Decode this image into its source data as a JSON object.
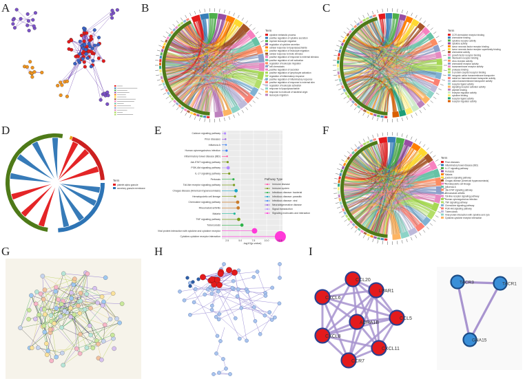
{
  "panel_labels": [
    "A",
    "B",
    "C",
    "D",
    "E",
    "F",
    "G",
    "H",
    "I"
  ],
  "colors": {
    "network_purple": "#5b2aa6",
    "red_node": "#e31a1c",
    "blue_node": "#2d74b5",
    "string_bg": "#f6f3ea",
    "ring_green": "#4e7a18",
    "ring_red": "#cc2020",
    "ring_orange": "#e8a317"
  },
  "panel_B": {
    "legend_title": "Term",
    "terms": [
      "cytokine metabolic process",
      "positive regulation of cytokine secretion",
      "myeloid leukocyte migration",
      "regulation of cytokine secretion",
      "cellular response to lipopolysaccharide",
      "positive regulation of leukocyte migration",
      "cellular response to biotic stimulus",
      "positive regulation of response to external stimulus",
      "positive regulation of cell activation",
      "regulation of leukocyte migration",
      "cell chemotaxis",
      "positive regulation of secretion",
      "positive regulation of lymphocyte activation",
      "regulation of inflammatory response",
      "positive regulation of inflammatory response",
      "positive regulation of response to external stim",
      "regulation of leukocyte activation",
      "response to lipopolysaccharide",
      "response to molecule of bacterial origin",
      "leukocyte migration"
    ]
  },
  "panel_C": {
    "legend_title": "Term",
    "terms": [
      "CCR chemokine receptor binding",
      "chemokine binding",
      "cytokine receptor activity",
      "cytokine activity",
      "tumor necrosis factor receptor binding",
      "tumor necrosis factor receptor superfamily binding",
      "chemokine activity",
      "growth factor receptor binding",
      "interleukin receptor binding",
      "virus receptor activity",
      "chemokine receptor activity",
      "transmembrane receptor activity",
      "protease binding",
      "G protein-coupled receptor binding",
      "inorganic cation transmembrane transporter",
      "metal ion transmembrane transporter activity",
      "cation transmembrane transporter activity",
      "receptor ligand activity",
      "signaling receptor activator activity",
      "peptide binding",
      "receptor regulator activity",
      "cytokine binding",
      "receptor ligand activity",
      "receptor regulator activity"
    ]
  },
  "panel_D": {
    "legend_title": "Term",
    "terms": [
      "platelet alpha granule",
      "secretory granule membrane"
    ]
  },
  "panel_E": {
    "pathways": [
      "Cytokine-cytokine receptor interaction",
      "Viral protein interaction with cytokine and cytokine receptor",
      "Tuberculosis",
      "TNF signaling pathway",
      "Malaria",
      "Rheumatoid arthritis",
      "Chemokine signaling pathway",
      "Hematopoietic cell lineage",
      "Chagas disease (American trypanosomiasis)",
      "Toll-like receptor signaling pathway",
      "Pertussis",
      "IL-17 signaling pathway",
      "PI3K-Akt signaling pathway",
      "Jak-STAT signaling pathway",
      "Inflammatory bowel disease (IBD)",
      "Human cytomegalovirus infection",
      "Influenza A",
      "Prion diseases",
      "Calcium signaling pathway"
    ],
    "xlabel": "-log10(p-value)",
    "xticks": [
      "2.5",
      "5.0",
      "7.5",
      "10.0",
      "12.5"
    ],
    "legend_title": "Pathway Type",
    "legend": [
      "Immune disease",
      "Immune system",
      "Infectious disease: bacterial",
      "Infectious disease: parasitic",
      "Infectious disease: viral",
      "Neurodegenerative disease",
      "Signal transduction",
      "Signaling molecules and interaction"
    ]
  },
  "chart_data": {
    "type": "scatter",
    "title": "",
    "xlabel": "-log10(p-value)",
    "ylabel": "",
    "xlim": [
      1.5,
      13
    ],
    "categories": [
      "Cytokine-cytokine receptor interaction",
      "Viral protein interaction with cytokine and cytokine receptor",
      "Tuberculosis",
      "TNF signaling pathway",
      "Malaria",
      "Rheumatoid arthritis",
      "Chemokine signaling pathway",
      "Hematopoietic cell lineage",
      "Chagas disease (American trypanosomiasis)",
      "Toll-like receptor signaling pathway",
      "Pertussis",
      "IL-17 signaling pathway",
      "PI3K-Akt signaling pathway",
      "Jak-STAT signaling pathway",
      "Inflammatory bowel disease (IBD)",
      "Human cytomegalovirus infection",
      "Influenza A",
      "Prion diseases",
      "Calcium signaling pathway"
    ],
    "values": [
      12.6,
      7.7,
      5.3,
      4.7,
      3.9,
      4.6,
      4.5,
      4.0,
      4.2,
      3.8,
      3.7,
      2.9,
      2.7,
      2.6,
      2.5,
      2.4,
      2.3,
      2.2,
      2.1
    ],
    "sizes": [
      10,
      5,
      3,
      3,
      2,
      3,
      3,
      2,
      3,
      2,
      2,
      2,
      3,
      2,
      1.5,
      2,
      1.5,
      1.5,
      2
    ],
    "colors": [
      "#ff3ad8",
      "#ff3ad8",
      "#2db34a",
      "#7a9b1a",
      "#1fb89a",
      "#c97b2a",
      "#c97b2a",
      "#7a9b1a",
      "#18a6c7",
      "#7a9b1a",
      "#2db34a",
      "#7a9b1a",
      "#b38cff",
      "#7a9b1a",
      "#ff4fa0",
      "#3f82f2",
      "#3f82f2",
      "#9b5fe0",
      "#b38cff"
    ],
    "legend_colors": [
      "#ff4fa0",
      "#7a9b1a",
      "#2db34a",
      "#18a6c7",
      "#3f82f2",
      "#9b5fe0",
      "#b38cff",
      "#ff3ad8"
    ]
  },
  "panel_F": {
    "legend_title": "Term",
    "terms": [
      "Prion diseases",
      "Inflammatory bowel disease (IBD)",
      "IL-17 signaling pathway",
      "Pertussis",
      "Malaria",
      "Calcium signaling pathway",
      "Chagas disease (American trypanosomiasis)",
      "Hematopoietic cell lineage",
      "Influenza A",
      "Jak-STAT signaling pathway",
      "Rheumatoid arthritis",
      "Toll-like receptor signaling pathway",
      "Human cytomegalovirus infection",
      "TNF signaling pathway",
      "Chemokine signaling pathway",
      "PI3K-Akt signaling pathway",
      "Tuberculosis",
      "Viral protein interaction with cytokine and cyto",
      "Cytokine-cytokine receptor interaction"
    ]
  },
  "panel_I": {
    "network1": [
      "CCL20",
      "LPAR1",
      "CXCL6",
      "CCL5",
      "ADRA1B",
      "CXCL8",
      "CXCL11",
      "CCR7"
    ],
    "network2": [
      "TACR3",
      "TACR1",
      "GNA15"
    ]
  }
}
